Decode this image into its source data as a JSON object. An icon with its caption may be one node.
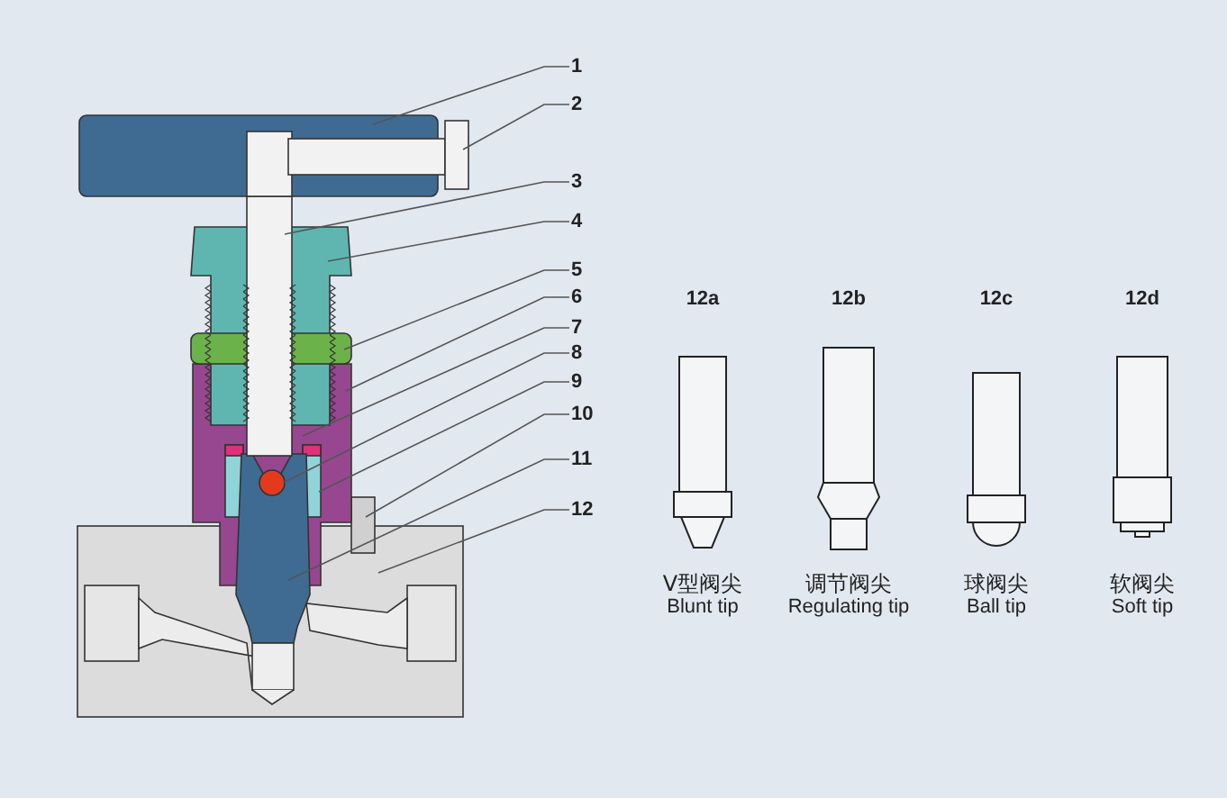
{
  "diagram": {
    "nodes": [
      {
        "text": [
          "1"
        ]
      },
      {
        "text": [
          "2"
        ]
      },
      {
        "text": [
          "3"
        ]
      },
      {
        "text": [
          "4"
        ]
      },
      {
        "text": [
          "5"
        ]
      },
      {
        "text": [
          "6"
        ]
      },
      {
        "text": [
          "7"
        ]
      },
      {
        "text": [
          "8"
        ]
      },
      {
        "text": [
          "9"
        ]
      },
      {
        "text": [
          "10"
        ]
      },
      {
        "text": [
          "11"
        ]
      },
      {
        "text": [
          "12"
        ]
      },
      {
        "text": [
          "12a",
          "V型阀尖",
          "Blunt tip"
        ]
      },
      {
        "text": [
          "12b",
          "调节阀尖",
          "Regulating tip"
        ]
      },
      {
        "text": [
          "12c",
          "球阀尖",
          "Ball tip"
        ]
      },
      {
        "text": [
          "12d",
          "软阀尖",
          "Soft tip"
        ]
      }
    ],
    "edges": [
      {
        "from": 0,
        "to": null,
        "arrow": "none"
      },
      {
        "from": 1,
        "to": null,
        "arrow": "none"
      },
      {
        "from": 2,
        "to": null,
        "arrow": "none"
      },
      {
        "from": 3,
        "to": null,
        "arrow": "none"
      },
      {
        "from": 4,
        "to": null,
        "arrow": "none"
      },
      {
        "from": 5,
        "to": null,
        "arrow": "none"
      },
      {
        "from": 6,
        "to": null,
        "arrow": "none"
      },
      {
        "from": 7,
        "to": null,
        "arrow": "none"
      },
      {
        "from": 8,
        "to": null,
        "arrow": "none"
      },
      {
        "from": 9,
        "to": null,
        "arrow": "none"
      },
      {
        "from": 10,
        "to": null,
        "arrow": "none"
      },
      {
        "from": 11,
        "to": null,
        "arrow": "none"
      }
    ]
  }
}
